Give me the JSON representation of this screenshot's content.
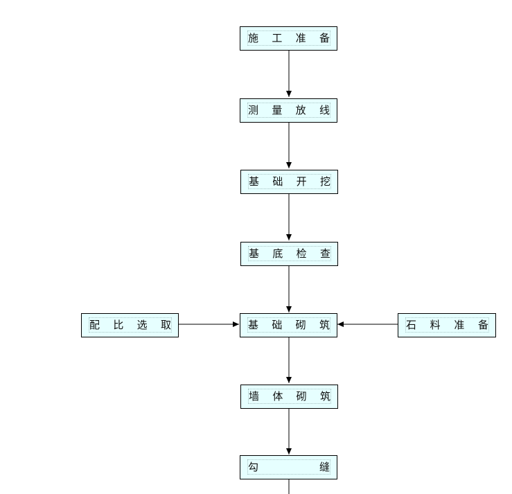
{
  "colors": {
    "box_fill": "#e6ffff",
    "box_border": "#000000",
    "line": "#000000"
  },
  "nodes": {
    "prep": {
      "chars": [
        "施",
        "工",
        "准",
        "备"
      ]
    },
    "survey": {
      "chars": [
        "测",
        "量",
        "放",
        "线"
      ]
    },
    "excavate": {
      "chars": [
        "基",
        "础",
        "开",
        "挖"
      ]
    },
    "inspect": {
      "chars": [
        "基",
        "底",
        "检",
        "查"
      ]
    },
    "foundation": {
      "chars": [
        "基",
        "础",
        "砌",
        "筑"
      ]
    },
    "mix": {
      "chars": [
        "配",
        "比",
        "选",
        "取"
      ]
    },
    "stone": {
      "chars": [
        "石",
        "料",
        "准",
        "备"
      ]
    },
    "wall": {
      "chars": [
        "墙",
        "体",
        "砌",
        "筑"
      ]
    },
    "pointing": {
      "chars": [
        "勾",
        "缝"
      ]
    }
  }
}
